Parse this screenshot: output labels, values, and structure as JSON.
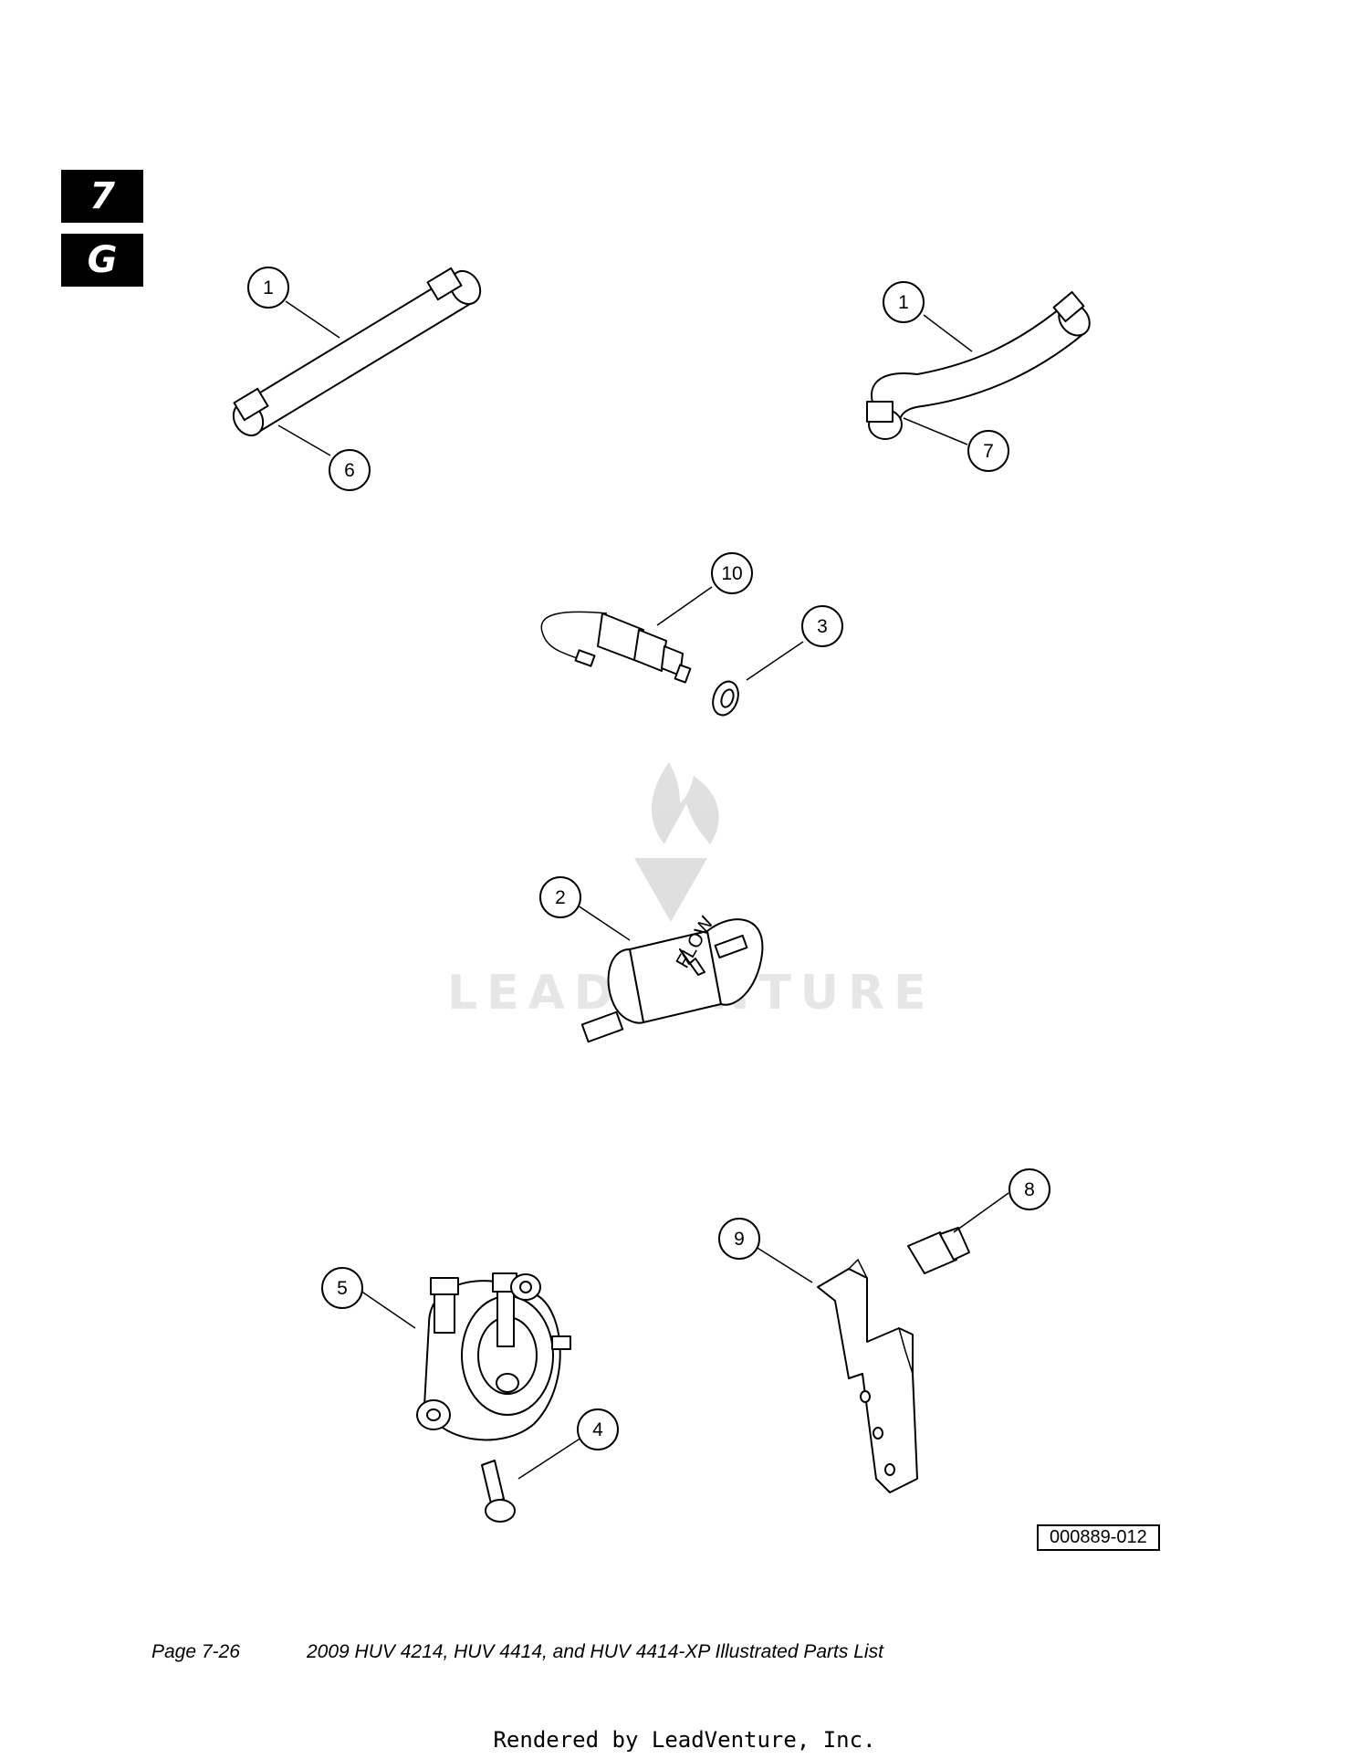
{
  "section_tab": "7",
  "subsection_tab": "G",
  "callouts": [
    "1",
    "6",
    "1",
    "7",
    "10",
    "3",
    "2",
    "5",
    "4",
    "9",
    "8"
  ],
  "flow_label": "FLOW",
  "watermark_text": "LEADVENTURE",
  "figure_id": "000889-012",
  "footer": {
    "page": "Page 7-26",
    "title": "2009 HUV 4214, HUV 4414, and HUV 4414-XP Illustrated Parts List",
    "rendered_by": "Rendered by LeadVenture, Inc."
  }
}
